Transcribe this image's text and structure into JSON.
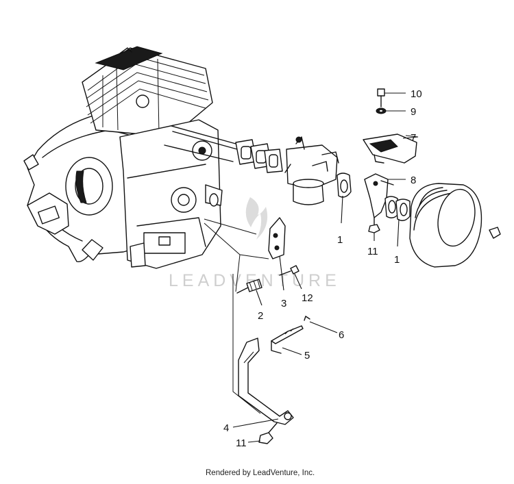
{
  "callouts": {
    "c10": "10",
    "c9": "9",
    "c7": "7",
    "c8": "8",
    "c1a": "1",
    "c11a": "11",
    "c1b": "1",
    "c3": "3",
    "c12": "12",
    "c2": "2",
    "c6": "6",
    "c5": "5",
    "c4": "4",
    "c11b": "11"
  },
  "watermark": {
    "brand": "LEADVENTURE"
  },
  "footer": {
    "credit": "Rendered by LeadVenture, Inc."
  }
}
